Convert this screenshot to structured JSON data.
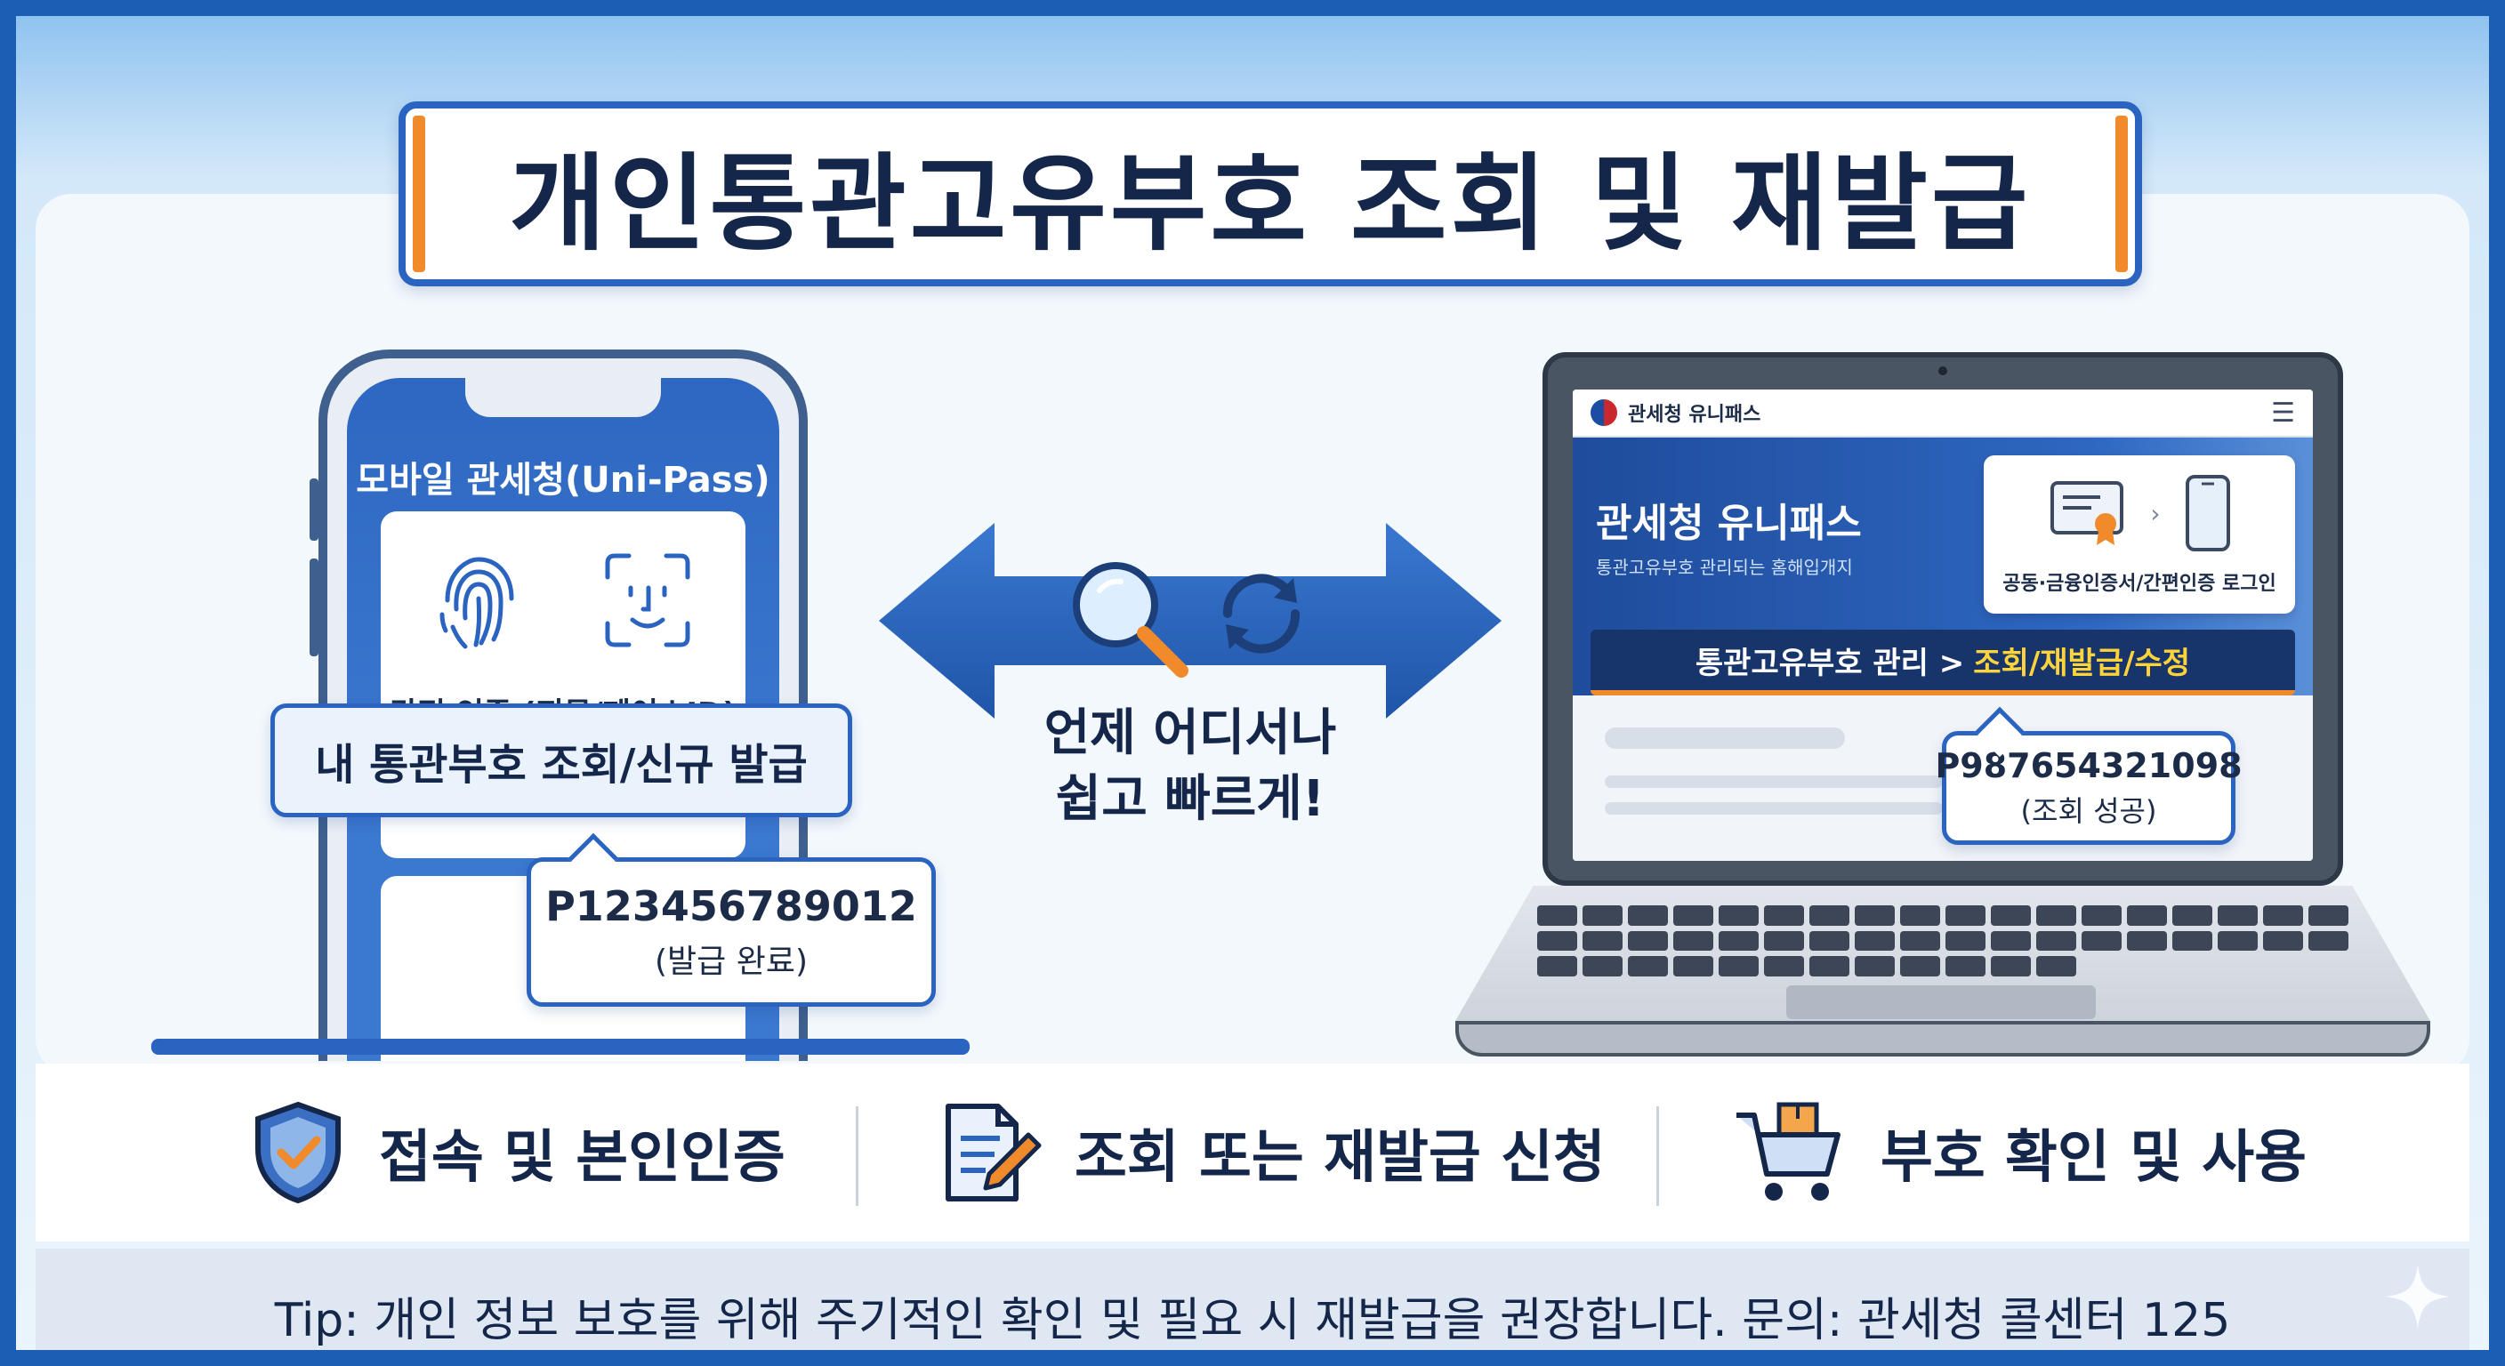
{
  "title": "개인통관고유부호 조회 및 재발급",
  "phone": {
    "header": "모바일 관세청(Uni-Pass)",
    "auth_label": "간편 인증 (지문/페이스ID)",
    "action_label": "내 통관부호 조회/신규 발급",
    "result_code": "P123456789012",
    "result_status": "(발급 완료)"
  },
  "center": {
    "line1": "언제 어디서나",
    "line2": "쉽고 빠르게!"
  },
  "laptop": {
    "brand": "관세청 유니패스",
    "hero_title": "관세청 유니패스",
    "hero_subtitle": "통관고유부호 관리되는 홈해입개지",
    "login_label": "공동·금융인증서/간편인증 로그인",
    "nav_prefix": "통관고유부호 관리 >",
    "nav_highlight": "조회/재발급/수정",
    "result_code": "P987654321098",
    "result_status": "(조회 성공)"
  },
  "steps": [
    {
      "label": "접속 및 본인인증",
      "icon": "shield-check-icon"
    },
    {
      "label": "조회 또는 재발급 신청",
      "icon": "document-pen-icon"
    },
    {
      "label": "부호 확인 및 사용",
      "icon": "shopping-cart-icon"
    }
  ],
  "tip": "Tip: 개인 정보 보호를 위해 주기적인 확인 및 필요 시 재발급을 권장합니다.  문의: 관세청 콜센터 125",
  "colors": {
    "primary": "#2a64c0",
    "navy": "#14264a",
    "accent": "#f08a2a",
    "highlight": "#ffd33a"
  }
}
